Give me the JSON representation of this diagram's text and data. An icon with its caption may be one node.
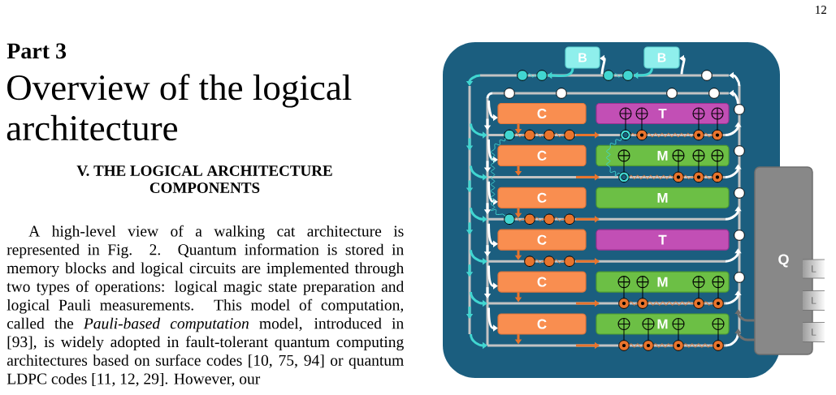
{
  "diagram": {
    "nodes": [
      {
        "text": [
          "B"
        ]
      },
      {
        "text": [
          "B"
        ]
      },
      {
        "text": [],
        "shape": "bar"
      },
      {
        "text": [],
        "shape": "circle"
      },
      {
        "text": [],
        "shape": "circle"
      },
      {
        "text": [],
        "shape": "circle"
      },
      {
        "text": [],
        "shape": "circle"
      },
      {
        "text": [],
        "shape": "circle"
      },
      {
        "text": [],
        "shape": "bar"
      },
      {
        "text": [],
        "shape": "circle"
      },
      {
        "text": [],
        "shape": "circle"
      },
      {
        "text": [],
        "shape": "circle"
      },
      {
        "text": [],
        "shape": "circle"
      },
      {
        "text": [],
        "shape": "bar"
      },
      {
        "text": [],
        "shape": "bar"
      },
      {
        "text": [],
        "shape": "bar"
      },
      {
        "text": [],
        "shape": "circle"
      },
      {
        "text": [],
        "shape": "circle"
      },
      {
        "text": [],
        "shape": "circle"
      },
      {
        "text": [],
        "shape": "circle"
      },
      {
        "text": [],
        "shape": "circle"
      },
      {
        "text": [
          "C"
        ]
      },
      {
        "text": [
          "T"
        ]
      },
      {
        "text": [],
        "shape": "circle",
        "in": 22
      },
      {
        "text": [],
        "shape": "circle",
        "in": 22
      },
      {
        "text": [],
        "shape": "circle",
        "in": 22
      },
      {
        "text": [],
        "shape": "circle",
        "in": 22
      },
      {
        "text": [],
        "shape": "bar"
      },
      {
        "text": [],
        "shape": "circle"
      },
      {
        "text": [],
        "shape": "circle"
      },
      {
        "text": [],
        "shape": "circle"
      },
      {
        "text": [],
        "shape": "circle"
      },
      {
        "text": [],
        "shape": "circle"
      },
      {
        "text": [],
        "shape": "circle"
      },
      {
        "text": [],
        "shape": "circle"
      },
      {
        "text": [],
        "shape": "circle"
      },
      {
        "text": [
          "C"
        ]
      },
      {
        "text": [
          "M"
        ]
      },
      {
        "text": [],
        "shape": "circle",
        "in": 37
      },
      {
        "text": [],
        "shape": "circle",
        "in": 37
      },
      {
        "text": [],
        "shape": "circle",
        "in": 37
      },
      {
        "text": [],
        "shape": "circle",
        "in": 37
      },
      {
        "text": [],
        "shape": "bar"
      },
      {
        "text": [],
        "shape": "circle"
      },
      {
        "text": [],
        "shape": "circle"
      },
      {
        "text": [],
        "shape": "circle"
      },
      {
        "text": [],
        "shape": "circle"
      },
      {
        "text": [
          "C"
        ]
      },
      {
        "text": [
          "M"
        ]
      },
      {
        "text": [],
        "shape": "bar"
      },
      {
        "text": [],
        "shape": "circle"
      },
      {
        "text": [],
        "shape": "circle"
      },
      {
        "text": [],
        "shape": "circle"
      },
      {
        "text": [],
        "shape": "circle"
      },
      {
        "text": [
          "C"
        ]
      },
      {
        "text": [
          "T"
        ]
      },
      {
        "text": [],
        "shape": "bar"
      },
      {
        "text": [],
        "shape": "circle"
      },
      {
        "text": [],
        "shape": "circle"
      },
      {
        "text": [],
        "shape": "circle"
      },
      {
        "text": [
          "C"
        ]
      },
      {
        "text": [
          "M"
        ]
      },
      {
        "text": [],
        "shape": "circle",
        "in": 61
      },
      {
        "text": [],
        "shape": "circle",
        "in": 61
      },
      {
        "text": [],
        "shape": "circle",
        "in": 61
      },
      {
        "text": [],
        "shape": "circle",
        "in": 61
      },
      {
        "text": [],
        "shape": "bar"
      },
      {
        "text": [],
        "shape": "circle"
      },
      {
        "text": [],
        "shape": "circle"
      },
      {
        "text": [],
        "shape": "circle"
      },
      {
        "text": [],
        "shape": "circle"
      },
      {
        "text": [
          "C"
        ]
      },
      {
        "text": [
          "M"
        ]
      },
      {
        "text": [],
        "shape": "circle",
        "in": 72
      },
      {
        "text": [],
        "shape": "circle",
        "in": 72
      },
      {
        "text": [],
        "shape": "circle",
        "in": 72
      },
      {
        "text": [],
        "shape": "circle",
        "in": 72
      },
      {
        "text": [],
        "shape": "bar"
      },
      {
        "text": [],
        "shape": "circle"
      },
      {
        "text": [],
        "shape": "circle"
      },
      {
        "text": [],
        "shape": "circle"
      },
      {
        "text": [],
        "shape": "circle"
      },
      {
        "text": [
          "Q"
        ]
      },
      {
        "text": [
          "L"
        ]
      },
      {
        "text": [
          "L"
        ]
      },
      {
        "text": [
          "L"
        ]
      }
    ],
    "edges": [
      {
        "from": 0,
        "to": 4,
        "arrow": "to",
        "style": "thick",
        "color": "#41d6d1"
      },
      {
        "from": 2,
        "to": 0,
        "arrow": "to",
        "style": "thick",
        "color": "#ffffff"
      },
      {
        "from": 1,
        "to": 6,
        "arrow": "to",
        "style": "thick",
        "color": "#41d6d1"
      },
      {
        "from": 2,
        "to": 1,
        "arrow": "to",
        "style": "thick",
        "color": "#ffffff"
      },
      {
        "from": 3,
        "to": 4,
        "arrow": "none",
        "color": "#41d6d1"
      },
      {
        "from": 5,
        "to": 6,
        "arrow": "none",
        "color": "#41d6d1"
      },
      {
        "from": 2,
        "to": 13,
        "arrow": "to",
        "style": "thick",
        "color": "#41d6d1"
      },
      {
        "from": 15,
        "to": 2,
        "arrow": "to",
        "style": "thick",
        "color": "#ffffff"
      },
      {
        "from": 8,
        "to": 14,
        "arrow": "none",
        "style": "thick",
        "color": "#ffffff"
      },
      {
        "from": 15,
        "to": 8,
        "arrow": "to",
        "style": "thick",
        "color": "#ffffff"
      },
      {
        "from": 14,
        "to": 21,
        "arrow": "to",
        "style": "thick",
        "color": "#ffffff"
      },
      {
        "from": 21,
        "to": 27,
        "arrow": "to",
        "style": "thick"
      },
      {
        "from": 13,
        "to": 27,
        "arrow": "to",
        "style": "thick",
        "color": "#41d6d1"
      },
      {
        "from": 27,
        "to": 15,
        "arrow": "to",
        "style": "thick",
        "color": "#ffffff"
      },
      {
        "from": 28,
        "to": 29,
        "arrow": "none"
      },
      {
        "from": 29,
        "to": 30,
        "arrow": "none"
      },
      {
        "from": 30,
        "to": 31,
        "arrow": "none"
      },
      {
        "from": 32,
        "to": 33,
        "arrow": "none"
      },
      {
        "from": 33,
        "to": 34,
        "arrow": "none"
      },
      {
        "from": 34,
        "to": 35,
        "arrow": "none"
      },
      {
        "from": 32,
        "to": 23,
        "arrow": "none",
        "color": "#000000"
      },
      {
        "from": 33,
        "to": 24,
        "arrow": "none",
        "color": "#000000"
      },
      {
        "from": 34,
        "to": 25,
        "arrow": "none",
        "color": "#000000"
      },
      {
        "from": 35,
        "to": 26,
        "arrow": "none",
        "color": "#000000"
      },
      {
        "from": 14,
        "to": 36,
        "arrow": "to",
        "style": "thick",
        "color": "#ffffff"
      },
      {
        "from": 36,
        "to": 42,
        "arrow": "to",
        "style": "thick"
      },
      {
        "from": 13,
        "to": 42,
        "arrow": "to",
        "style": "thick",
        "color": "#41d6d1"
      },
      {
        "from": 42,
        "to": 15,
        "arrow": "to",
        "style": "thick",
        "color": "#ffffff"
      },
      {
        "from": 43,
        "to": 44,
        "arrow": "none"
      },
      {
        "from": 44,
        "to": 45,
        "arrow": "none"
      },
      {
        "from": 45,
        "to": 46,
        "arrow": "none"
      },
      {
        "from": 43,
        "to": 38,
        "arrow": "none",
        "color": "#000000"
      },
      {
        "from": 44,
        "to": 39,
        "arrow": "none",
        "color": "#000000"
      },
      {
        "from": 45,
        "to": 40,
        "arrow": "none",
        "color": "#000000"
      },
      {
        "from": 46,
        "to": 41,
        "arrow": "none",
        "color": "#000000"
      },
      {
        "from": 14,
        "to": 47,
        "arrow": "to",
        "style": "thick",
        "color": "#ffffff"
      },
      {
        "from": 47,
        "to": 49,
        "arrow": "to",
        "style": "thick"
      },
      {
        "from": 13,
        "to": 49,
        "arrow": "to",
        "style": "thick",
        "color": "#41d6d1"
      },
      {
        "from": 49,
        "to": 15,
        "arrow": "to",
        "style": "thick",
        "color": "#ffffff"
      },
      {
        "from": 50,
        "to": 51,
        "arrow": "none"
      },
      {
        "from": 51,
        "to": 52,
        "arrow": "none"
      },
      {
        "from": 52,
        "to": 53,
        "arrow": "none"
      },
      {
        "from": 14,
        "to": 54,
        "arrow": "to",
        "style": "thick",
        "color": "#ffffff"
      },
      {
        "from": 54,
        "to": 56,
        "arrow": "to",
        "style": "thick"
      },
      {
        "from": 13,
        "to": 56,
        "arrow": "to",
        "style": "thick",
        "color": "#41d6d1"
      },
      {
        "from": 56,
        "to": 15,
        "arrow": "to",
        "style": "thick",
        "color": "#ffffff"
      },
      {
        "from": 57,
        "to": 58,
        "arrow": "none"
      },
      {
        "from": 58,
        "to": 59,
        "arrow": "none"
      },
      {
        "from": 14,
        "to": 60,
        "arrow": "to",
        "style": "thick",
        "color": "#ffffff"
      },
      {
        "from": 60,
        "to": 66,
        "arrow": "to",
        "style": "thick"
      },
      {
        "from": 13,
        "to": 66,
        "arrow": "to",
        "style": "thick",
        "color": "#41d6d1"
      },
      {
        "from": 66,
        "to": 15,
        "arrow": "to",
        "style": "thick",
        "color": "#ffffff"
      },
      {
        "from": 67,
        "to": 68,
        "arrow": "none"
      },
      {
        "from": 68,
        "to": 69,
        "arrow": "none"
      },
      {
        "from": 69,
        "to": 70,
        "arrow": "none"
      },
      {
        "from": 67,
        "to": 62,
        "arrow": "none",
        "color": "#000000"
      },
      {
        "from": 68,
        "to": 63,
        "arrow": "none",
        "color": "#000000"
      },
      {
        "from": 69,
        "to": 64,
        "arrow": "none",
        "color": "#000000"
      },
      {
        "from": 70,
        "to": 65,
        "arrow": "none",
        "color": "#000000"
      },
      {
        "from": 14,
        "to": 71,
        "arrow": "to",
        "style": "thick",
        "color": "#ffffff"
      },
      {
        "from": 71,
        "to": 77,
        "arrow": "to",
        "style": "thick"
      },
      {
        "from": 13,
        "to": 77,
        "arrow": "to",
        "style": "thick",
        "color": "#41d6d1"
      },
      {
        "from": 77,
        "to": 15,
        "arrow": "none",
        "style": "thick",
        "color": "#ffffff"
      },
      {
        "from": 78,
        "to": 79,
        "arrow": "none"
      },
      {
        "from": 79,
        "to": 80,
        "arrow": "none"
      },
      {
        "from": 80,
        "to": 81,
        "arrow": "none"
      },
      {
        "from": 78,
        "to": 73,
        "arrow": "none",
        "color": "#000000"
      },
      {
        "from": 79,
        "to": 74,
        "arrow": "none",
        "color": "#000000"
      },
      {
        "from": 80,
        "to": 75,
        "arrow": "none",
        "color": "#000000"
      },
      {
        "from": 81,
        "to": 76,
        "arrow": "none",
        "color": "#000000"
      },
      {
        "from": 28,
        "to": 50,
        "arrow": "none",
        "color": "#41d6d1"
      },
      {
        "from": 32,
        "to": 43,
        "arrow": "none",
        "color": "#41d6d1"
      },
      {
        "from": 82,
        "to": 15,
        "arrow": "to",
        "style": "thick",
        "color": "#6f6f6f"
      },
      {
        "from": 82,
        "to": 15,
        "arrow": "to",
        "style": "thick",
        "color": "#6f6f6f"
      }
    ],
    "labels": [
      "12",
      "Part 3",
      "Overview of the logical architecture",
      "V. THE LOGICAL ARCHITECTURE COMPONENTS",
      "A high-level view of a walking cat architecture is represented in Fig. 2. Quantum information is stored in memory blocks and logical circuits are implemented through two types of operations: logical magic state preparation and logical Pauli measurements. This model of computation, called the *Pauli-based computation* model, introduced in [93], is widely adopted in fault-tolerant quantum computing architectures based on surface codes [10, 75, 94] or quantum LDPC codes [11, 12, 29]. However, our"
    ]
  }
}
